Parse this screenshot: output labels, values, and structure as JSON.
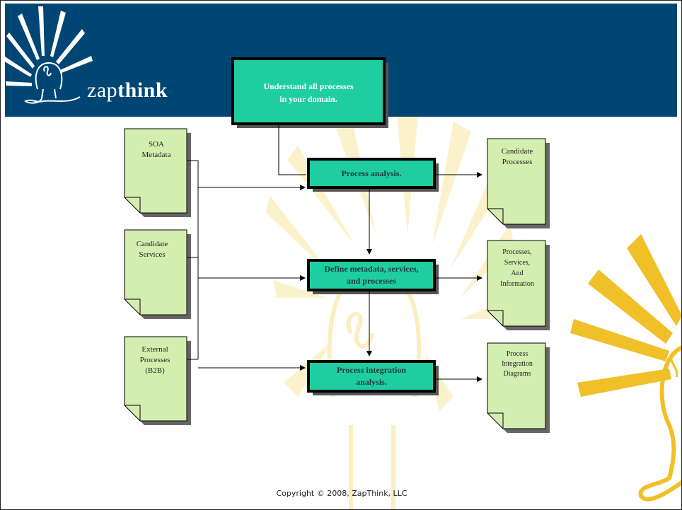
{
  "logo": {
    "prefix": "zap",
    "bold": "think"
  },
  "top_box": {
    "line1": "Understand all processes",
    "line2": "in your domain."
  },
  "process_boxes": [
    {
      "line1": "Process analysis.",
      "line2": ""
    },
    {
      "line1": "Define metadata, services,",
      "line2": "and processes"
    },
    {
      "line1": "Process integration",
      "line2": "analysis."
    }
  ],
  "inputs": [
    {
      "line1": "SOA",
      "line2": "Metadata",
      "line3": ""
    },
    {
      "line1": "Candidate",
      "line2": "Services",
      "line3": ""
    },
    {
      "line1": "External",
      "line2": "Processes",
      "line3": "(B2B)"
    }
  ],
  "outputs": [
    {
      "line1": "Candidate",
      "line2": "Processes",
      "line3": "",
      "line4": ""
    },
    {
      "line1": "Processes,",
      "line2": "Services,",
      "line3": "And",
      "line4": "Information"
    },
    {
      "line1": "Process",
      "line2": "Integration",
      "line3": "Diagrams",
      "line4": ""
    }
  ],
  "footer": {
    "copyright": "Copyright © 2008, ZapThink, LLC"
  },
  "colors": {
    "header": "#004674",
    "box_fill": "#1fcea0",
    "doc_fill": "#d4eeb0",
    "sun": "#f0c028"
  }
}
